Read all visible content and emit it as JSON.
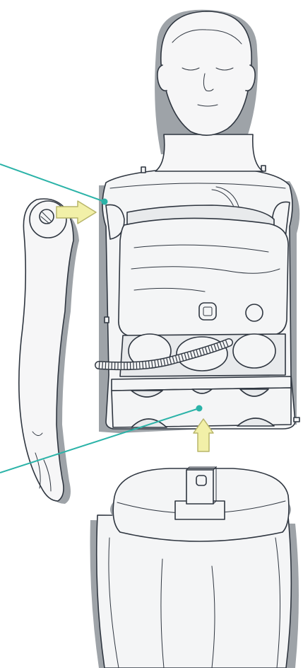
{
  "colors": {
    "callout": "#2bb3a8",
    "arrow_fill": "#f2f0a8",
    "arrow_stroke": "#b8b56a",
    "shadow": "#9ea3a8",
    "outline": "#2f3640",
    "surface": "#f4f5f6"
  },
  "parts": [
    {
      "id": "head-icon",
      "label": ""
    },
    {
      "id": "torso-icon",
      "label": ""
    },
    {
      "id": "arm-icon",
      "label": ""
    },
    {
      "id": "lower-body-icon",
      "label": ""
    }
  ],
  "arrows": [
    {
      "id": "arm-attach-arrow",
      "direction": "right"
    },
    {
      "id": "torso-attach-arrow",
      "direction": "up"
    }
  ],
  "callouts": [
    {
      "id": "shoulder-callout"
    },
    {
      "id": "pelvis-callout"
    }
  ]
}
